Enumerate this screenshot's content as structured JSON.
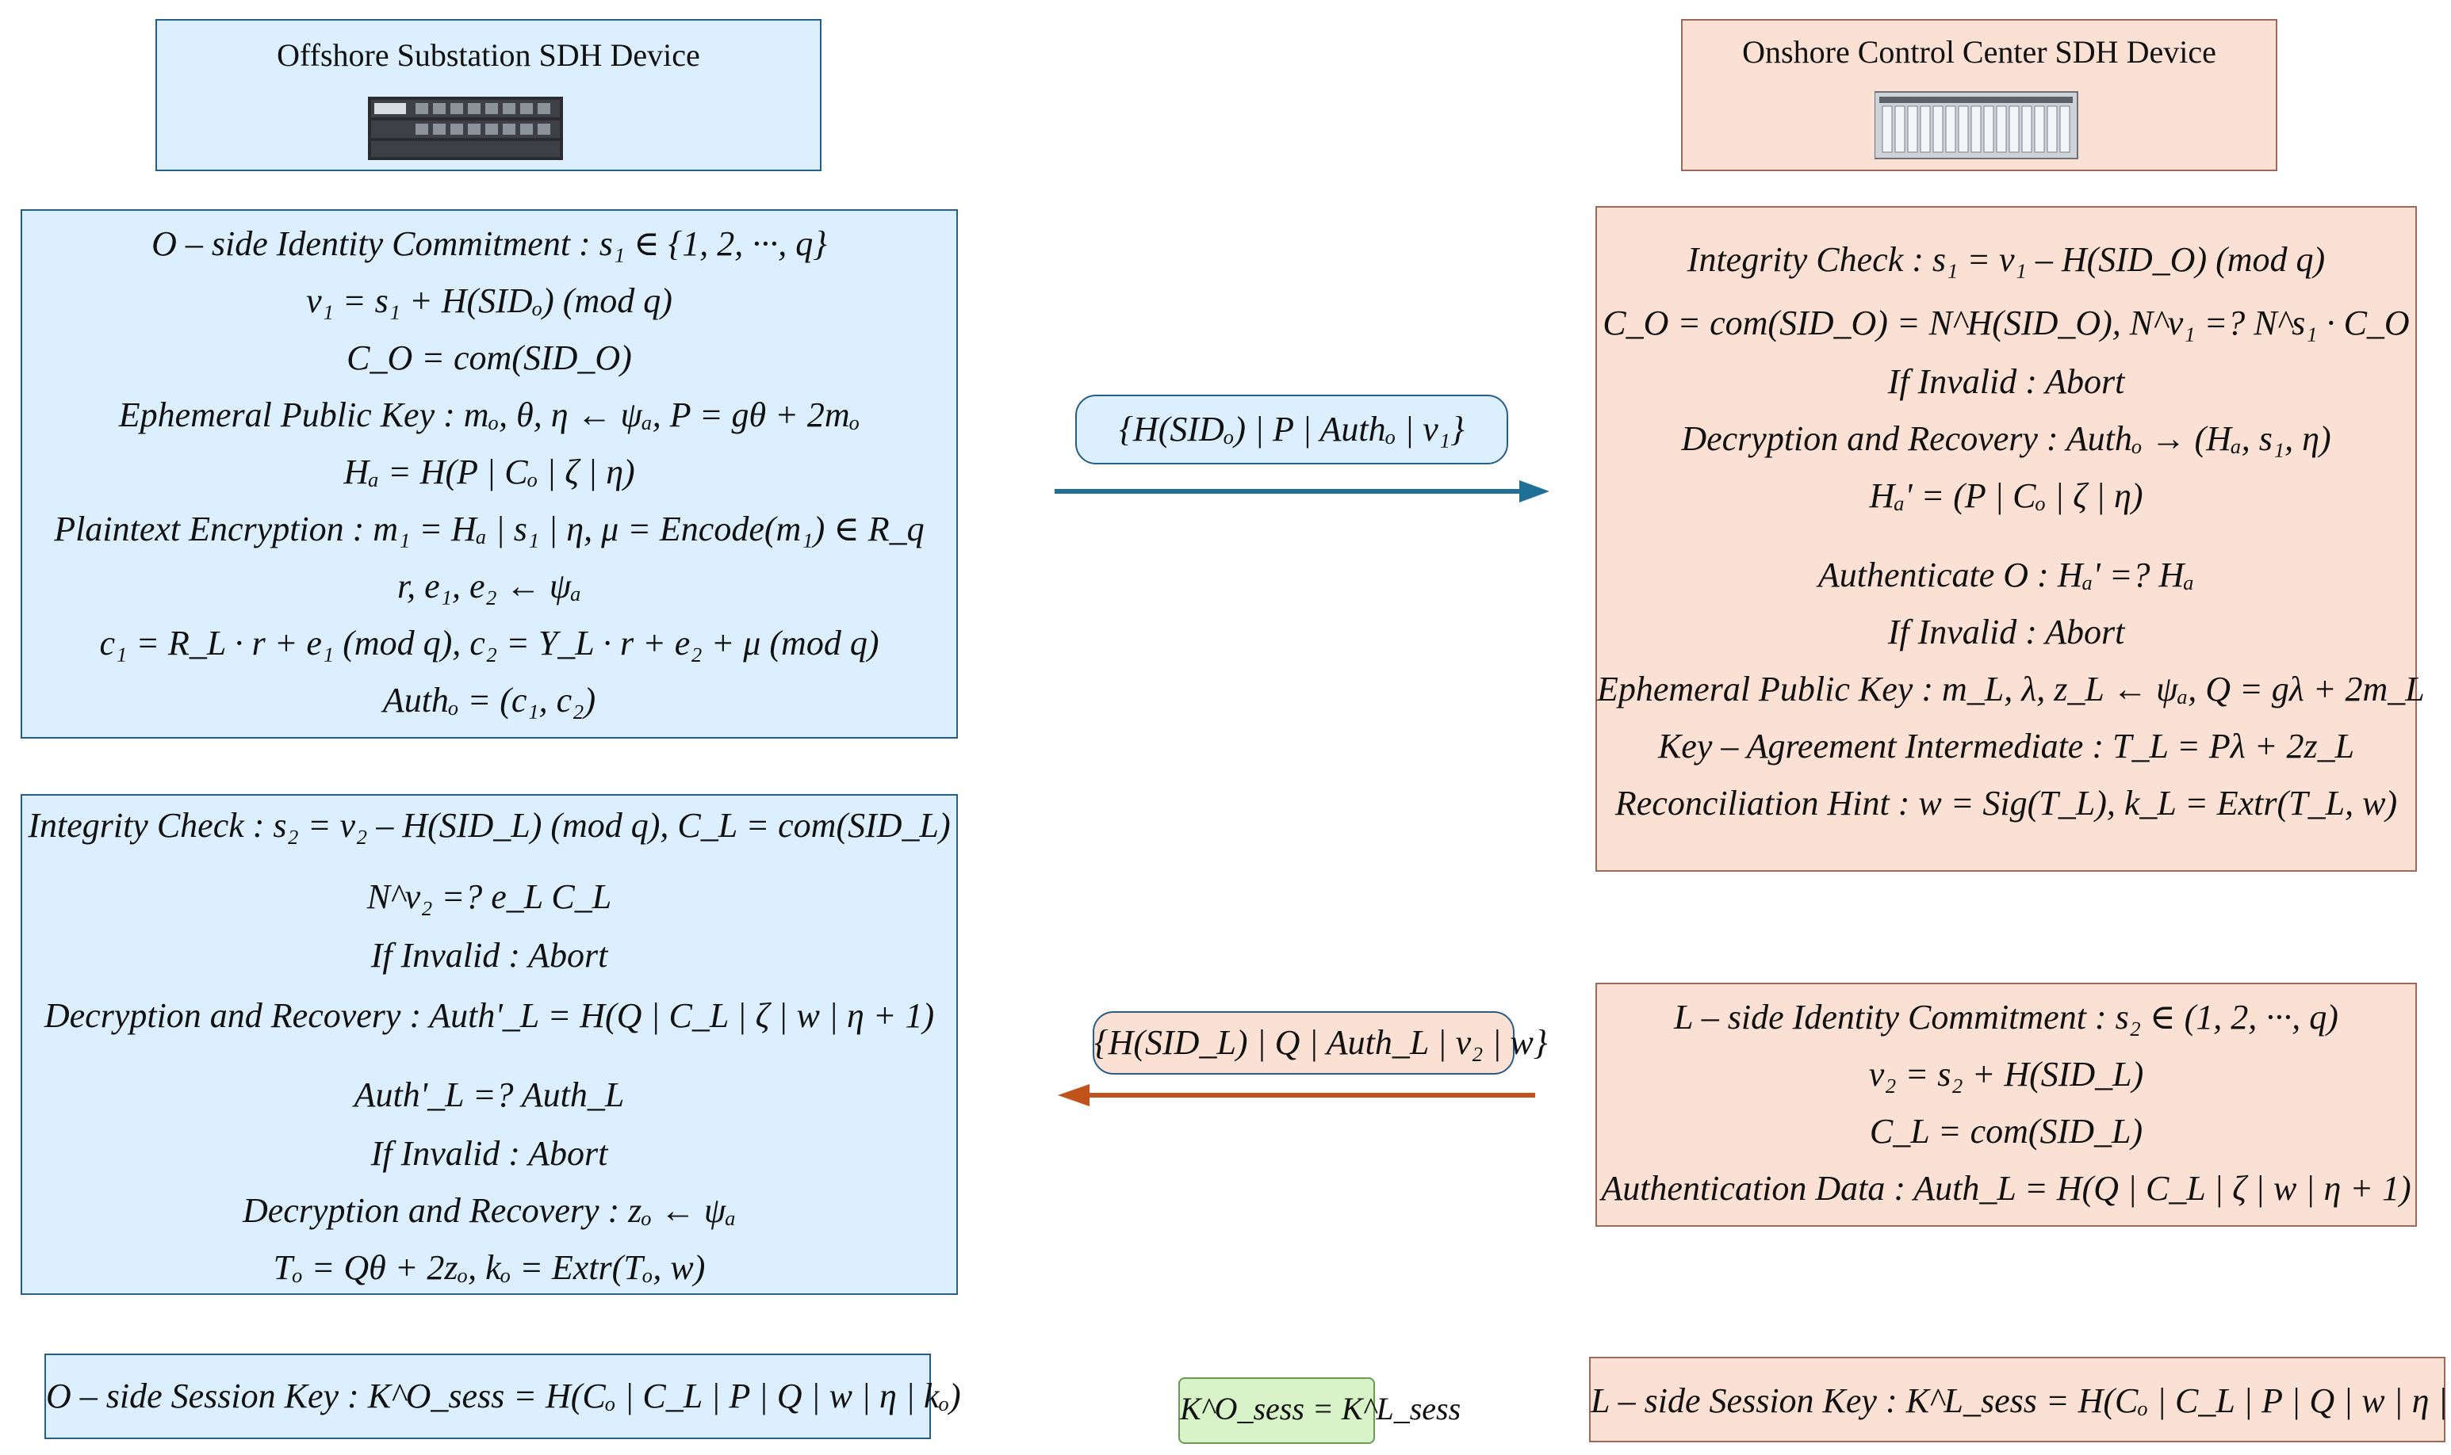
{
  "devices": {
    "offshore": {
      "title": "Offshore Substation SDH Device",
      "icon": "rack-server-icon"
    },
    "onshore": {
      "title": "Onshore Control Center SDH Device",
      "icon": "sdh-chassis-icon"
    }
  },
  "left_top": {
    "lines": [
      "O – side Identity Commitment : s₁ ∈ {1, 2, ···, q}",
      "v₁ = s₁ + H(SIDₒ) (mod q)",
      "C_O = com(SID_O)",
      "Ephemeral Public Key : mₒ, θ, η ← ψₐ,  P = gθ + 2mₒ",
      "Hₐ = H(P | Cₒ | ζ | η)",
      "Plaintext Encryption : m₁ = Hₐ | s₁ | η, μ = Encode(m₁) ∈ R_q",
      "r, e₁, e₂ ← ψₐ",
      "c₁ = R_L · r + e₁ (mod q),  c₂ = Y_L · r + e₂ + μ (mod q)",
      "Authₒ = (c₁, c₂)"
    ]
  },
  "left_mid": {
    "lines": [
      "Integrity Check : s₂ = v₂ – H(SID_L) (mod q), C_L = com(SID_L)",
      "N^v₂ =? e_L C_L",
      "If  Invalid : Abort",
      "Decryption and Recovery : Auth'_L = H(Q | C_L | ζ | w | η + 1)",
      "Auth'_L =? Auth_L",
      "If  Invalid : Abort",
      "Decryption and Recovery : zₒ ← ψₐ",
      "Tₒ = Qθ + 2zₒ, kₒ = Extr(Tₒ, w)"
    ]
  },
  "left_bottom": {
    "text": "O – side Session Key : K^O_sess = H(Cₒ | C_L | P | Q | w | η | kₒ)"
  },
  "right_top": {
    "lines": [
      "Integrity Check : s₁ = v₁ – H(SID_O) (mod q)",
      "C_O = com(SID_O) = N^H(SID_O),  N^v₁ =? N^s₁ · C_O",
      "If  Invalid : Abort",
      "Decryption and Recovery : Authₒ → (Hₐ, s₁, η)",
      "Hₐ' = (P | Cₒ | ζ | η)",
      "Authenticate O : Hₐ' =? Hₐ",
      "If  Invalid : Abort",
      "Ephemeral Public Key : m_L, λ, z_L ← ψₐ, Q = gλ + 2m_L",
      "Key – Agreement Intermediate : T_L = Pλ + 2z_L",
      "Reconciliation Hint : w = Sig(T_L),  k_L = Extr(T_L, w)"
    ]
  },
  "right_mid": {
    "lines": [
      "L – side Identity Commitment : s₂ ∈ (1, 2, ···, q)",
      "v₂ = s₂ + H(SID_L)",
      "C_L = com(SID_L)",
      "Authentication Data : Auth_L = H(Q | C_L | ζ | w | η + 1)"
    ]
  },
  "right_bottom": {
    "text": "L – side Session Key : K^L_sess = H(Cₒ | C_L | P | Q | w | η | k_L)"
  },
  "messages": {
    "to_onshore": "{H(SIDₒ) | P | Authₒ | v₁}",
    "to_offshore": "{H(SID_L) | Q | Auth_L | v₂ | w}"
  },
  "session_equal": "K^O_sess = K^L_sess",
  "colors": {
    "blue_fill": "#dcefff",
    "peach_fill": "#fbe0d4",
    "green_fill": "#d9f3c8",
    "arrow_blue": "#1f6f96",
    "arrow_orange": "#c0531c"
  }
}
